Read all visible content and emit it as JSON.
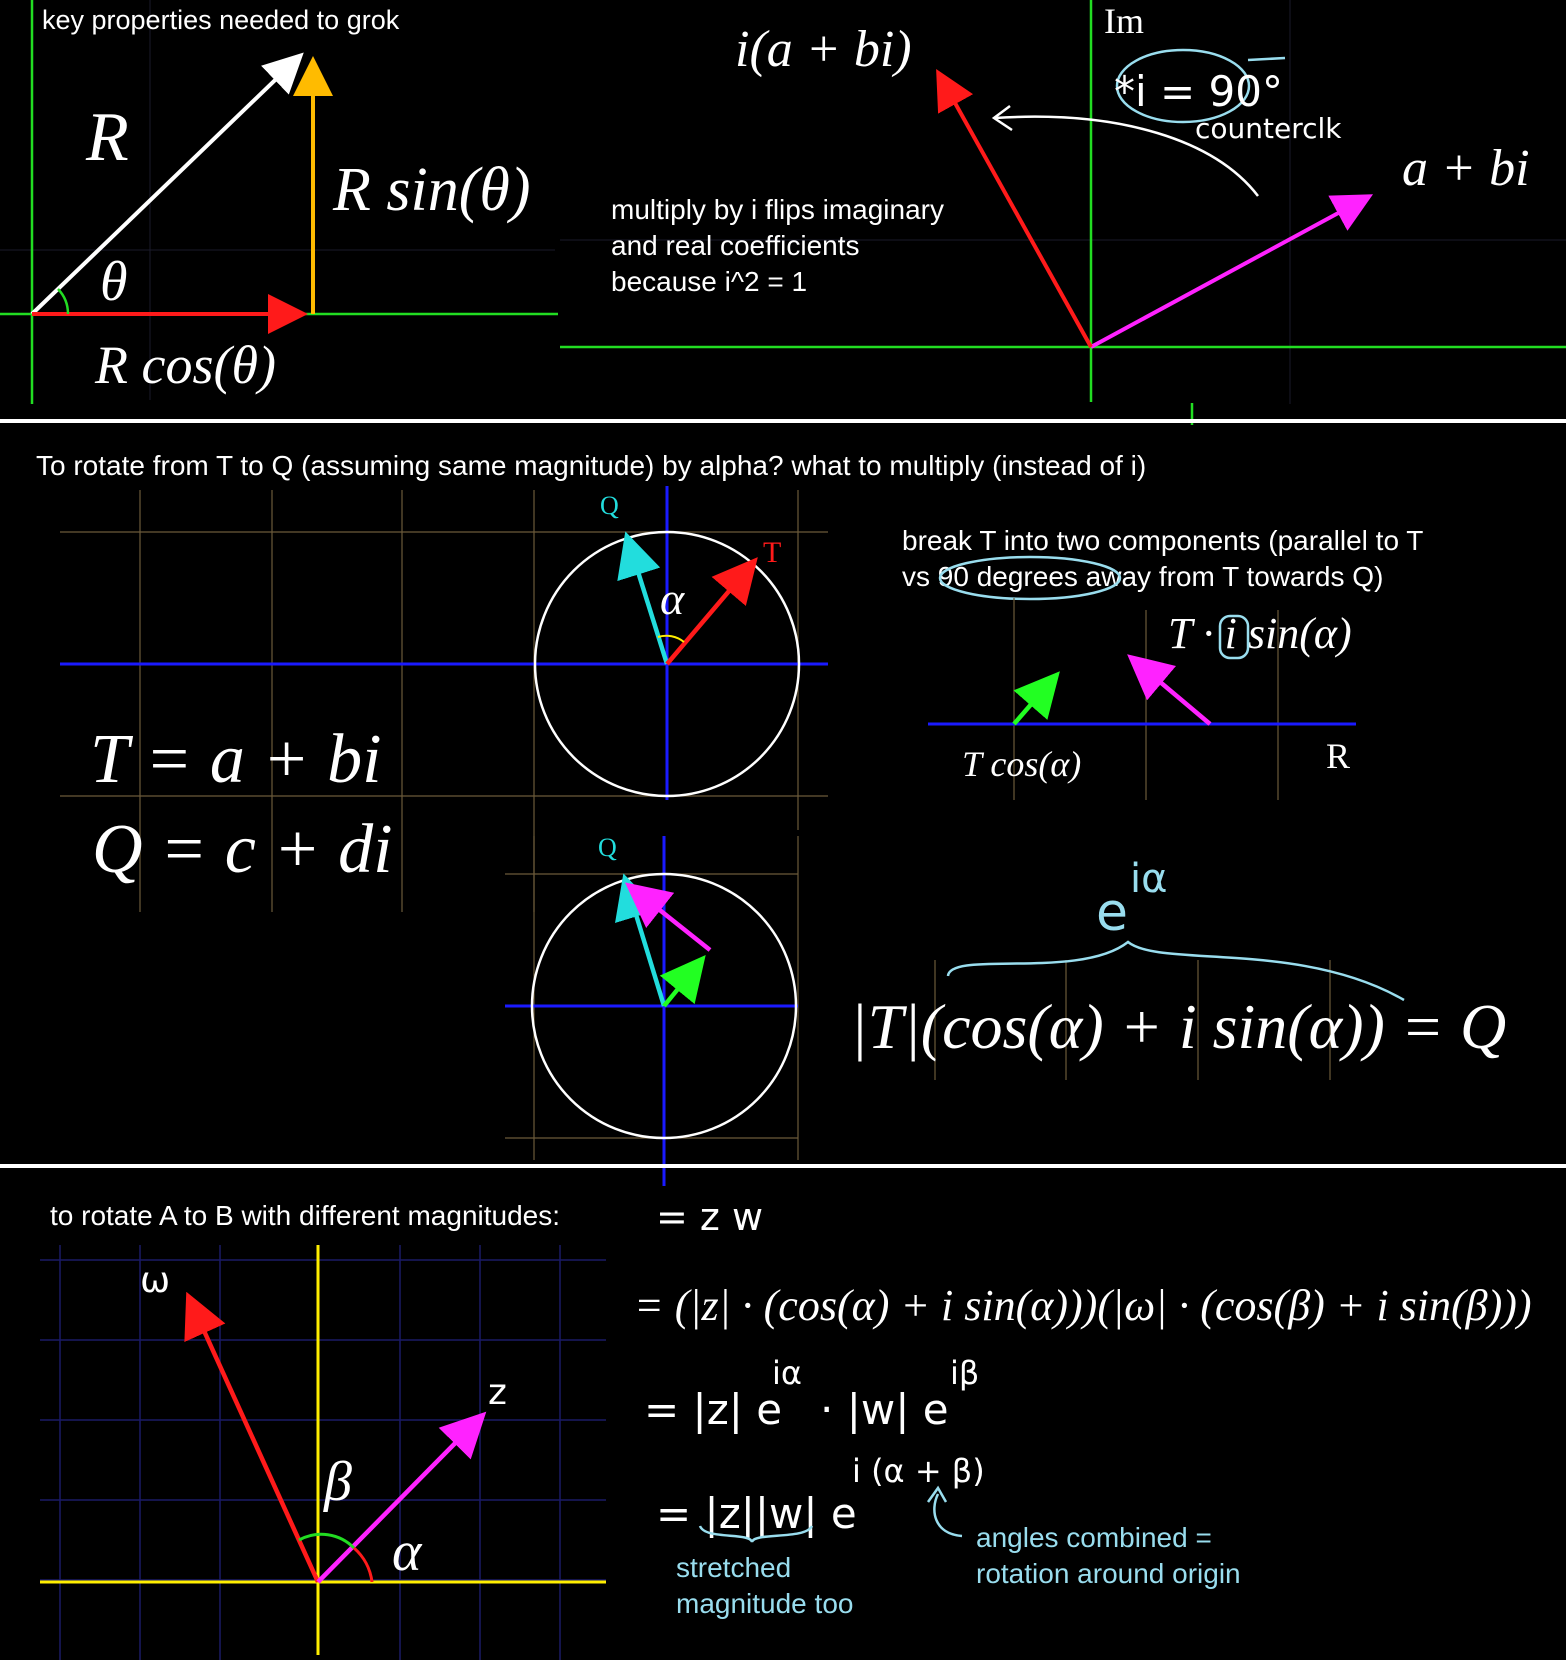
{
  "colors": {
    "background": "#000000",
    "axis_green": "#22dd22",
    "vector_red": "#ff1a1a",
    "vector_yellow": "#ffbb00",
    "vector_white": "#ffffff",
    "vector_magenta": "#ff22ff",
    "vector_cyan": "#22dddd",
    "vector_green": "#22ff22",
    "axis_blue": "#1a1aff",
    "axis_yellow": "#ffee00",
    "grid_tan": "#6b5a3a",
    "grid_navy": "#1a1a66",
    "annotation_blue": "#99ddee",
    "divider": "#ffffff"
  },
  "panel1": {
    "heading": "key properties needed to grok",
    "label_R": "R",
    "label_rsin": "R sin(θ)",
    "label_theta": "θ",
    "label_rcos": "R cos(θ)"
  },
  "panel2": {
    "label_im": "Im",
    "label_iabi": "i(a + bi)",
    "label_abi": "a + bi",
    "hand_note": "*i = 90°",
    "hand_note2": "counterclk",
    "text_line1": "multiply by i flips imaginary",
    "text_line2": "and real coefficients",
    "text_line3": "because i^2 = 1"
  },
  "section2": {
    "heading": "To rotate from T to Q (assuming same magnitude) by alpha?  what to multiply (instead of i)",
    "label_Q": "Q",
    "label_T": "T",
    "label_alpha": "α",
    "eq_T": "T = a + bi",
    "eq_Q": "Q = c + di",
    "break_line1": "break T into two components (parallel to T",
    "break_line2": "vs 90 degrees away from T towards Q)",
    "label_tisin": "T · i sin(α)",
    "label_tcos": "T cos(α)",
    "label_R": "R",
    "label_Q2": "Q",
    "hand_exp_base": "e",
    "hand_exp_power": "iα",
    "formula": "|T|(cos(α) + i sin(α)) = Q"
  },
  "section3": {
    "heading": "to rotate A to B with different magnitudes:",
    "hand_zw": "= z w",
    "label_w": "ω",
    "label_z": "z",
    "label_beta": "β",
    "label_alpha": "α",
    "line1": "= (|z| · (cos(α) + i sin(α)))(|ω| · (cos(β) + i sin(β)))",
    "line2_base": "= |z| e",
    "line2_exp1": "iα",
    "line2_mid": "· |w| e",
    "line2_exp2": "iβ",
    "line3_base": "= |z||w| e",
    "line3_exp": "i (α + β)",
    "note_stretched1": "stretched",
    "note_stretched2": "magnitude too",
    "note_angles1": "angles combined =",
    "note_angles2": "rotation around origin"
  }
}
